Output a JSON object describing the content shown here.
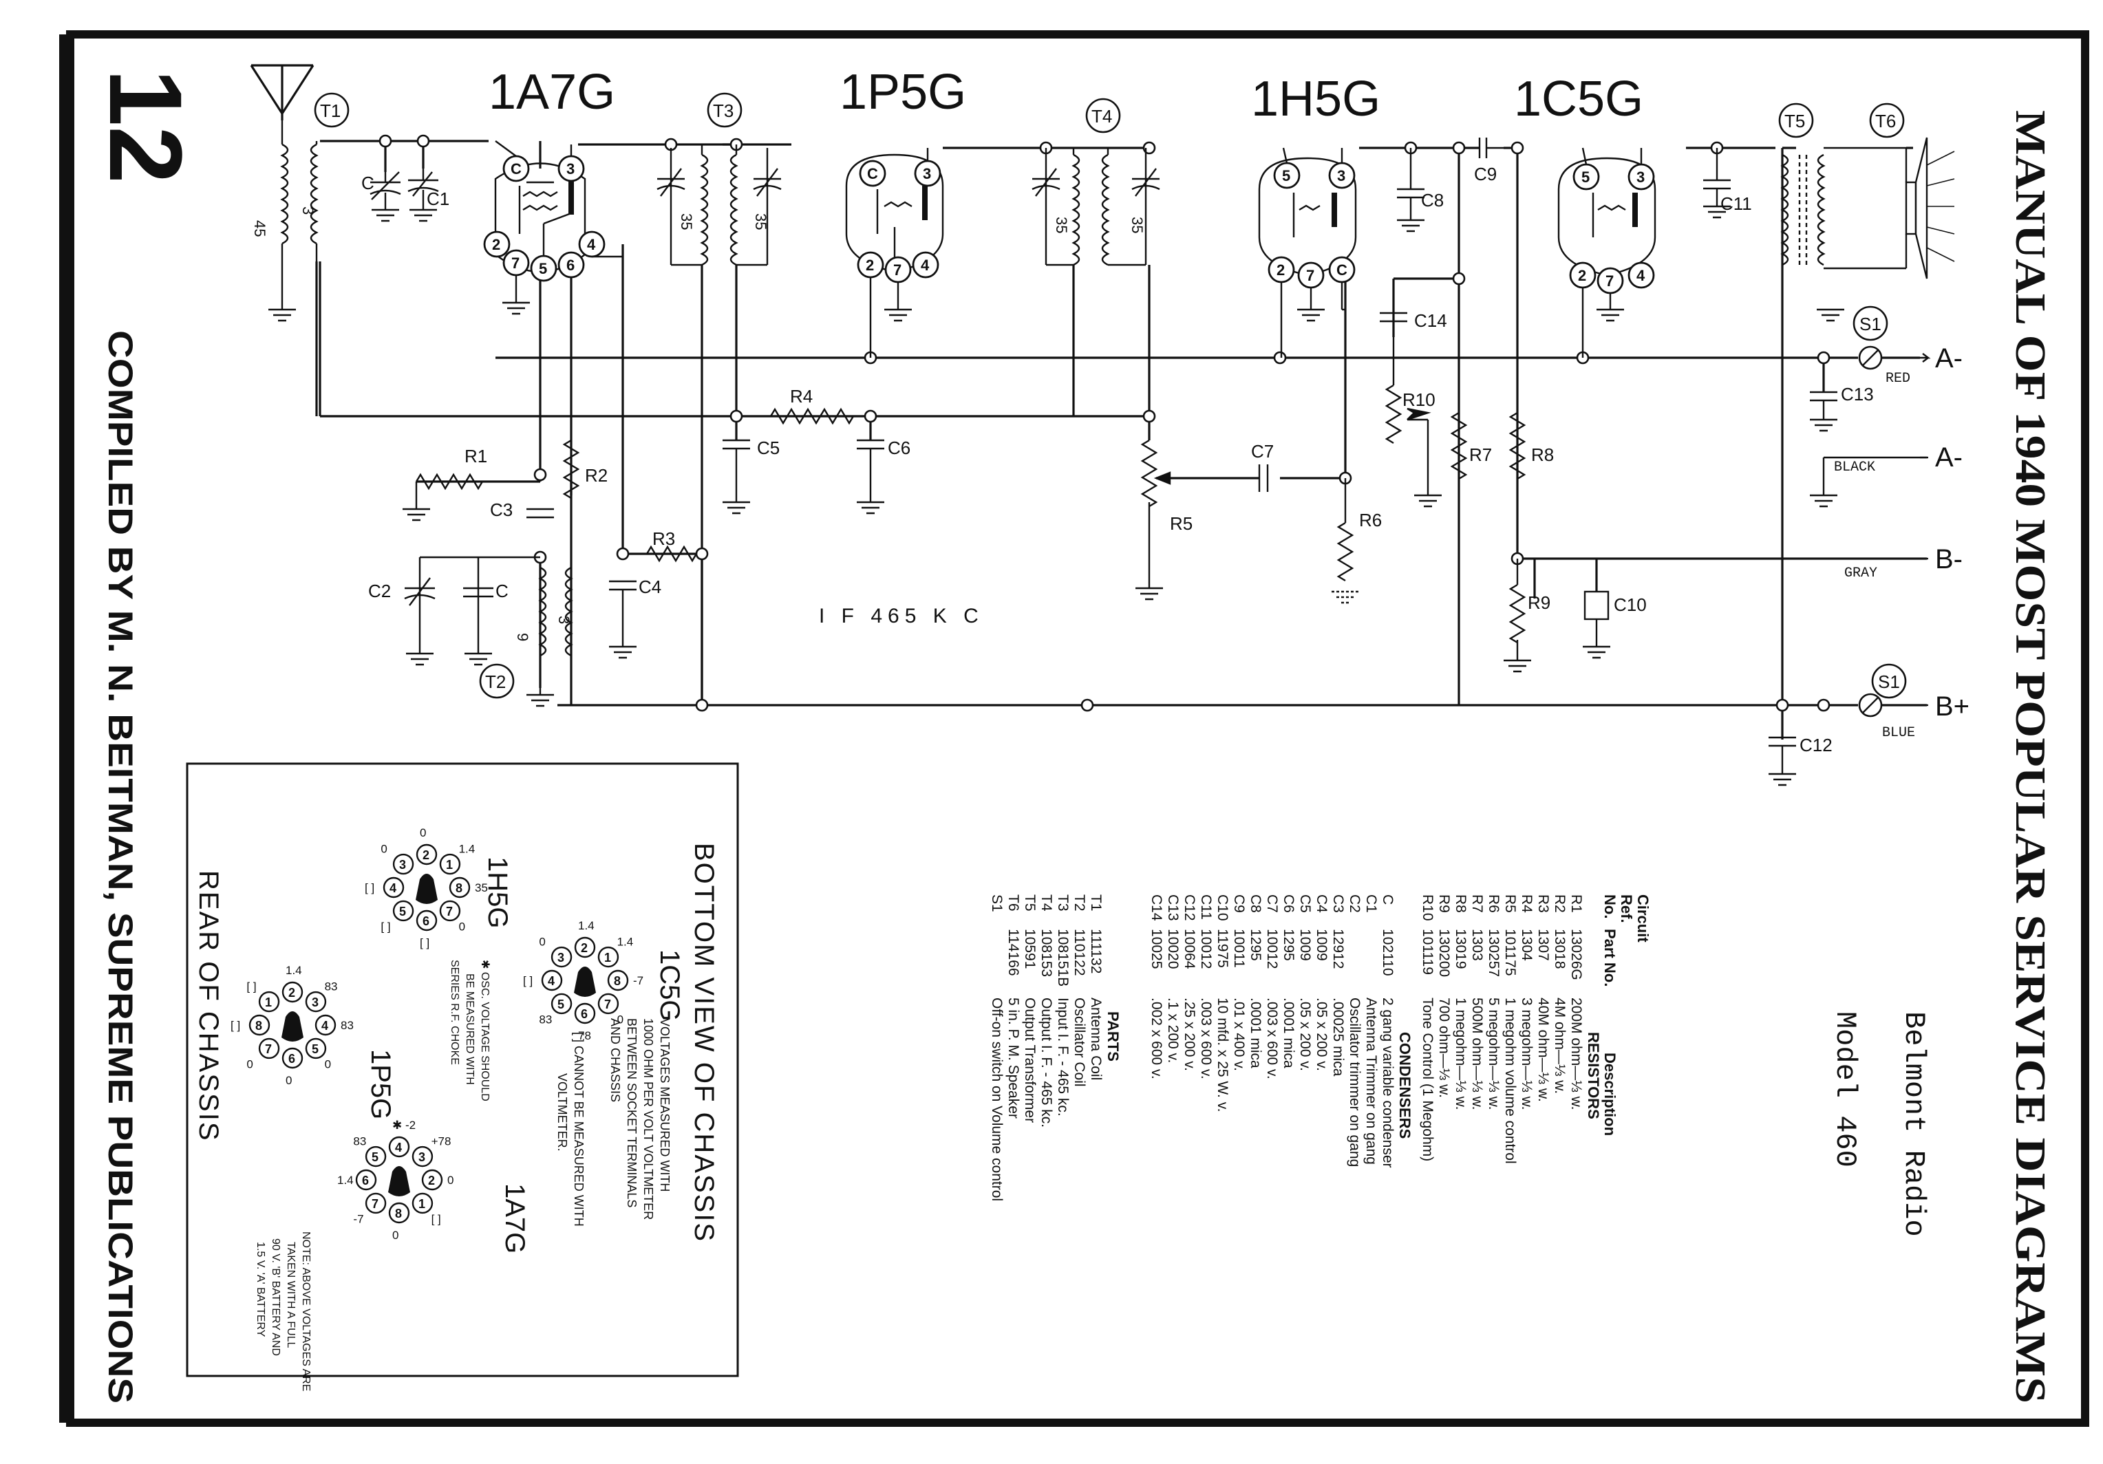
{
  "page": {
    "number": "12",
    "banner": "MANUAL OF 1940 MOST POPULAR SERVICE DIAGRAMS",
    "compiler": "COMPILED BY M. N. BEITMAN, SUPREME PUBLICATIONS",
    "maker": "Belmont Radio",
    "model": "Model 460",
    "if_note": "I F 465 K C"
  },
  "tubes": [
    "1A7G",
    "1P5G",
    "1H5G",
    "1C5G"
  ],
  "tube_pins": {
    "p1": "C",
    "p2": "3",
    "p3": "2",
    "p4": "7",
    "p5": "5",
    "p6": "6",
    "p7": "4",
    "q1": "C",
    "q2": "3",
    "q3": "2",
    "q4": "7",
    "q5": "4",
    "r1": "5",
    "r2": "3",
    "r3": "2",
    "r4": "7",
    "r5": "C",
    "s1": "5",
    "s2": "3",
    "s3": "2",
    "s4": "7",
    "s5": "4"
  },
  "transformers": [
    "T1",
    "T2",
    "T3",
    "T4",
    "T5",
    "T6"
  ],
  "resistance_marks": {
    "t1a": "45",
    "t1b": "3",
    "t2a": "9",
    "t2b": "3",
    "t3a": "35",
    "t3b": "35",
    "t4a": "35",
    "t4b": "35"
  },
  "components": {
    "c": "C",
    "c1": "C1",
    "c2": "C2",
    "c_t2": "C",
    "c3": "C3",
    "c4": "C4",
    "c5": "C5",
    "c6": "C6",
    "c7": "C7",
    "c8": "C8",
    "c9": "C9",
    "c10": "C10",
    "c11": "C11",
    "c12": "C12",
    "c13": "C13",
    "c14": "C14",
    "r1": "R1",
    "r2": "R2",
    "r3": "R3",
    "r4": "R4",
    "r5": "R5",
    "r6": "R6",
    "r7": "R7",
    "r8": "R8",
    "r9": "R9",
    "r10": "R10"
  },
  "battery": {
    "s1a": "S1",
    "s1b": "S1",
    "a_minus_1": "A-",
    "a_minus_2": "A-",
    "b_minus": "B-",
    "b_plus": "B+",
    "red": "RED",
    "black": "BLACK",
    "gray": "GRAY",
    "blue": "BLUE"
  },
  "parts_headers": {
    "circuit": "Circuit",
    "ref": "Ref.",
    "no": "No.",
    "part_no": "Part No.",
    "description": "Description",
    "resistors": "RESISTORS",
    "condensers": "CONDENSERS",
    "parts": "PARTS"
  },
  "resistors": [
    {
      "ref": "R1",
      "part": "13026G",
      "desc": "200M ohm—⅓ w."
    },
    {
      "ref": "R2",
      "part": "13018",
      "desc": "4M ohm—⅓ w."
    },
    {
      "ref": "R3",
      "part": "1307",
      "desc": "40M ohm—⅓ w."
    },
    {
      "ref": "R4",
      "part": "1304",
      "desc": "3 megohm—⅓ w."
    },
    {
      "ref": "R5",
      "part": "101175",
      "desc": "1 megohm volume control"
    },
    {
      "ref": "R6",
      "part": "130257",
      "desc": "5 megohm—⅓ w."
    },
    {
      "ref": "R7",
      "part": "1303",
      "desc": "500M ohm—⅓ w."
    },
    {
      "ref": "R8",
      "part": "13019",
      "desc": "1 megohm—⅓ w."
    },
    {
      "ref": "R9",
      "part": "130200",
      "desc": "700 ohm—⅓ w."
    },
    {
      "ref": "R10",
      "part": "101119",
      "desc": "Tone Control (1 Megohm)"
    }
  ],
  "condensers": [
    {
      "ref": "C",
      "part": "102110",
      "desc": "2 gang variable condenser"
    },
    {
      "ref": "C1",
      "part": "",
      "desc": "Antenna Trimmer on gang"
    },
    {
      "ref": "C2",
      "part": "",
      "desc": "Oscillator trimmer on gang"
    },
    {
      "ref": "C3",
      "part": "12912",
      "desc": ".00025 mica"
    },
    {
      "ref": "C4",
      "part": "1009",
      "desc": ".05 x 200 v."
    },
    {
      "ref": "C5",
      "part": "1009",
      "desc": ".05 x 200 v."
    },
    {
      "ref": "C6",
      "part": "1295",
      "desc": ".0001 mica"
    },
    {
      "ref": "C7",
      "part": "10012",
      "desc": ".003 x 600 v."
    },
    {
      "ref": "C8",
      "part": "1295",
      "desc": ".0001 mica"
    },
    {
      "ref": "C9",
      "part": "10011",
      "desc": ".01 x 400 v."
    },
    {
      "ref": "C10",
      "part": "11975",
      "desc": "10 mfd. x 25 W. v."
    },
    {
      "ref": "C11",
      "part": "10012",
      "desc": ".003 x 600 v."
    },
    {
      "ref": "C12",
      "part": "10064",
      "desc": ".25 x 200 v."
    },
    {
      "ref": "C13",
      "part": "10020",
      "desc": ".1 x 200 v."
    },
    {
      "ref": "C14",
      "part": "10025",
      "desc": ".002 x 600 v."
    }
  ],
  "parts": [
    {
      "ref": "T1",
      "part": "111132",
      "desc": "Antenna Coil"
    },
    {
      "ref": "T2",
      "part": "110122",
      "desc": "Oscillator Coil"
    },
    {
      "ref": "T3",
      "part": "108151B",
      "desc": "Input I. F. - 465 kc."
    },
    {
      "ref": "T4",
      "part": "108153",
      "desc": "Output I. F. - 465 kc."
    },
    {
      "ref": "T5",
      "part": "10591",
      "desc": "Output Transformer"
    },
    {
      "ref": "T6",
      "part": "114166",
      "desc": "5 in. P. M. Speaker"
    },
    {
      "ref": "S1",
      "part": "",
      "desc": "Off-on switch on Volume control"
    }
  ],
  "bottom_view": {
    "title": "BOTTOM VIEW OF CHASSIS",
    "rear": "REAR OF CHASSIS",
    "note_voltages": [
      "VOLTAGES MEASURED WITH",
      "1000 OHM PER VOLT VOLTMETER",
      "BETWEEN SOCKET TERMINALS",
      "AND CHASSIS"
    ],
    "note_bracket": [
      "[ ]  CANNOT BE MEASURED WITH",
      "VOLTMETER."
    ],
    "note_osc": [
      "✱ OSC. VOLTAGE SHOULD",
      "BE MEASURED WITH",
      "SERIES R.F. CHOKE"
    ],
    "note_battery": [
      "NOTE: ABOVE VOLTAGES ARE",
      "TAKEN WITH A FULL",
      "90 V. 'B' BATTERY AND",
      "1.5 V. 'A' BATTERY"
    ],
    "sockets": [
      {
        "name": "1H5G",
        "pins": [
          "2",
          "1",
          "8",
          "7",
          "6",
          "5",
          "4",
          "3"
        ],
        "volts": [
          "0",
          "1.4",
          "35",
          "0",
          "[ ]",
          "[ ]",
          "[ ]",
          "0"
        ]
      },
      {
        "name": "1C5G",
        "pins": [
          "2",
          "1",
          "8",
          "7",
          "6",
          "5",
          "4",
          "3"
        ],
        "volts": [
          "1.4",
          "1.4",
          "-7",
          "0",
          "78",
          "83",
          "[ ]",
          "0"
        ]
      },
      {
        "name": "1P5G",
        "pins": [
          "2",
          "3",
          "4",
          "5",
          "6",
          "7",
          "8",
          "1"
        ],
        "volts": [
          "1.4",
          "83",
          "83",
          "0",
          "0",
          "0",
          "[ ]",
          "[ ]"
        ]
      },
      {
        "name": "1A7G",
        "pins": [
          "4",
          "3",
          "2",
          "1",
          "8",
          "7",
          "6",
          "5"
        ],
        "volts": [
          "✱ -2",
          "+78",
          "0",
          "[ ]",
          "0",
          "-7",
          "1.4",
          "83"
        ]
      }
    ],
    "socket_labels": {
      "s_1h5g": "1H5G",
      "s_1c5g": "1C5G",
      "s_1p5g": "1P5G",
      "s_1a7g": "1A7G"
    }
  }
}
